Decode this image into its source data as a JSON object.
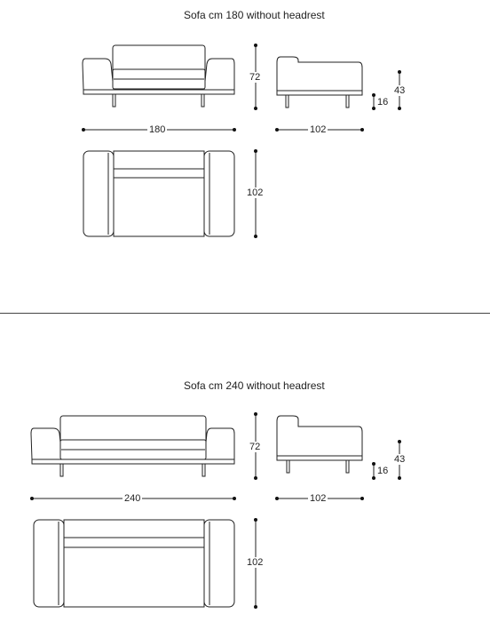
{
  "sections": [
    {
      "title": "Sofa cm 180 without headrest",
      "dims": {
        "height": "72",
        "width": "180",
        "depth_side": "102",
        "depth_top": "102",
        "seat_height": "43",
        "leg_height": "16"
      }
    },
    {
      "title": "Sofa cm 240 without headrest",
      "dims": {
        "height": "72",
        "width": "240",
        "depth_side": "102",
        "depth_top": "102",
        "seat_height": "43",
        "leg_height": "16"
      }
    }
  ]
}
